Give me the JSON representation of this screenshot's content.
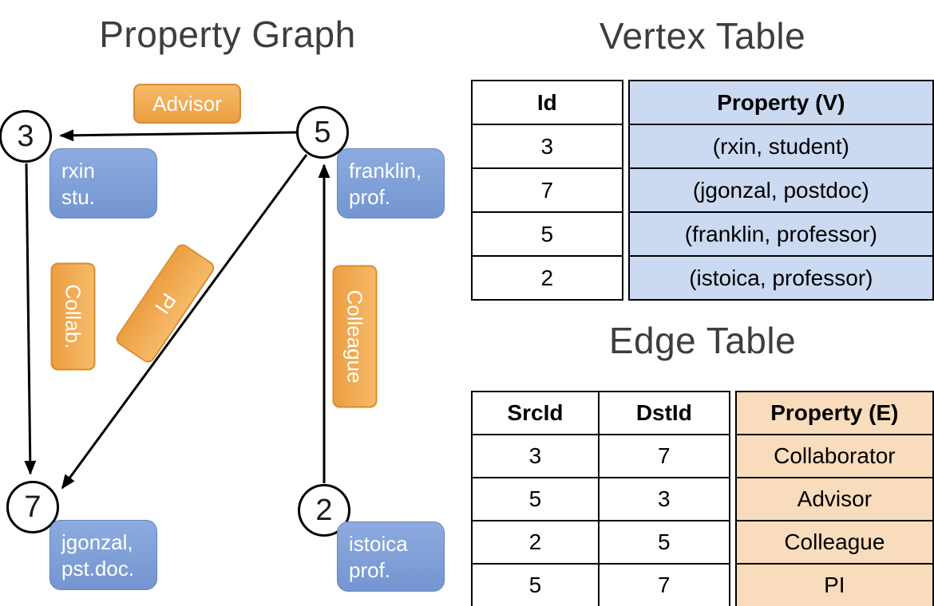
{
  "colors": {
    "edge_label_bg": "#F0A34E",
    "edge_label_border": "#D88D2D",
    "vertex_label_bg": "#7E9FD8",
    "vertex_cell_bg": "#CBD9F1",
    "edge_cell_bg": "#F8DCBB",
    "line": "#000000"
  },
  "graph": {
    "title": "Property Graph",
    "nodes": [
      {
        "id": "3"
      },
      {
        "id": "5"
      },
      {
        "id": "7"
      },
      {
        "id": "2"
      }
    ],
    "vertex_labels": {
      "v3": {
        "line1": "rxin",
        "line2": "stu."
      },
      "v5": {
        "line1": "franklin,",
        "line2": "prof."
      },
      "v7": {
        "line1": "jgonzal,",
        "line2": "pst.doc."
      },
      "v2": {
        "line1": "istoica",
        "line2": "prof."
      }
    },
    "edge_labels": {
      "advisor": "Advisor",
      "collab": "Collab.",
      "pi": "PI",
      "colleague": "Colleague"
    }
  },
  "vertex_table": {
    "title": "Vertex Table",
    "columns": [
      "Id",
      "Property (V)"
    ],
    "rows": [
      {
        "id": "3",
        "property": "(rxin, student)"
      },
      {
        "id": "7",
        "property": "(jgonzal, postdoc)"
      },
      {
        "id": "5",
        "property": "(franklin, professor)"
      },
      {
        "id": "2",
        "property": "(istoica, professor)"
      }
    ]
  },
  "edge_table": {
    "title": "Edge Table",
    "columns": [
      "SrcId",
      "DstId",
      "Property (E)"
    ],
    "rows": [
      {
        "src": "3",
        "dst": "7",
        "property": "Collaborator"
      },
      {
        "src": "5",
        "dst": "3",
        "property": "Advisor"
      },
      {
        "src": "2",
        "dst": "5",
        "property": "Colleague"
      },
      {
        "src": "5",
        "dst": "7",
        "property": "PI"
      }
    ]
  }
}
